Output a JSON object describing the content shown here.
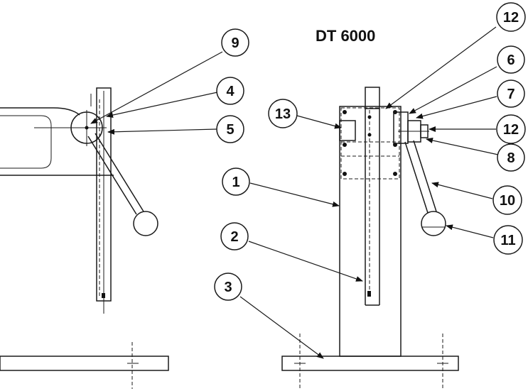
{
  "title": "DT 6000",
  "callouts": [
    {
      "id": "c9",
      "label": "9"
    },
    {
      "id": "c4",
      "label": "4"
    },
    {
      "id": "c5",
      "label": "5"
    },
    {
      "id": "c13",
      "label": "13"
    },
    {
      "id": "c12a",
      "label": "12"
    },
    {
      "id": "c6",
      "label": "6"
    },
    {
      "id": "c7",
      "label": "7"
    },
    {
      "id": "c12b",
      "label": "12"
    },
    {
      "id": "c8",
      "label": "8"
    },
    {
      "id": "c1",
      "label": "1"
    },
    {
      "id": "c10",
      "label": "10"
    },
    {
      "id": "c11",
      "label": "11"
    },
    {
      "id": "c2",
      "label": "2"
    },
    {
      "id": "c3",
      "label": "3"
    }
  ]
}
